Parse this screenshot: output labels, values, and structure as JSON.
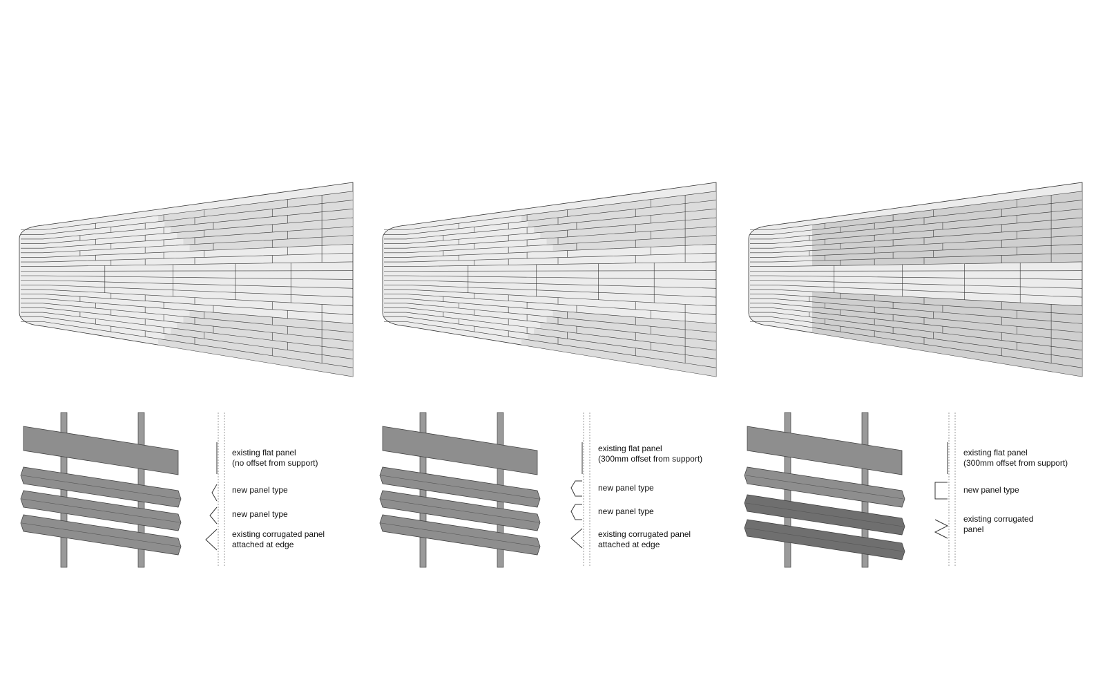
{
  "panels": [
    {
      "legend": [
        {
          "line1": "existing flat panel",
          "line2": "(no offset from support)",
          "symbol": "flat-line-icon"
        },
        {
          "line1": "new panel type",
          "line2": "",
          "symbol": "shallow-chevron-icon"
        },
        {
          "line1": "new panel type",
          "line2": "",
          "symbol": "chevron-icon"
        },
        {
          "line1": "existing corrugated panel",
          "line2": "attached at edge",
          "symbol": "wide-chevron-icon"
        }
      ]
    },
    {
      "legend": [
        {
          "line1": "existing flat panel",
          "line2": "(300mm offset from support)",
          "symbol": "flat-line-icon"
        },
        {
          "line1": "new panel type",
          "line2": "",
          "symbol": "hexagon-channel-icon"
        },
        {
          "line1": "new panel type",
          "line2": "",
          "symbol": "hexagon-channel-icon"
        },
        {
          "line1": "existing corrugated panel",
          "line2": "attached at edge",
          "symbol": "wide-chevron-icon"
        }
      ]
    },
    {
      "legend": [
        {
          "line1": "existing flat panel",
          "line2": "(300mm offset from support)",
          "symbol": "flat-line-icon"
        },
        {
          "line1": "new panel type",
          "line2": "",
          "symbol": "square-channel-icon"
        },
        {
          "line1": "existing corrugated",
          "line2": "panel",
          "symbol": "zigzag-icon"
        }
      ]
    }
  ],
  "colors": {
    "panel": "#8e8e8e",
    "panel_dark": "#6f6f6f",
    "wall": "#ececec",
    "wall_dark": "#b9b9b9",
    "line": "#333333"
  }
}
